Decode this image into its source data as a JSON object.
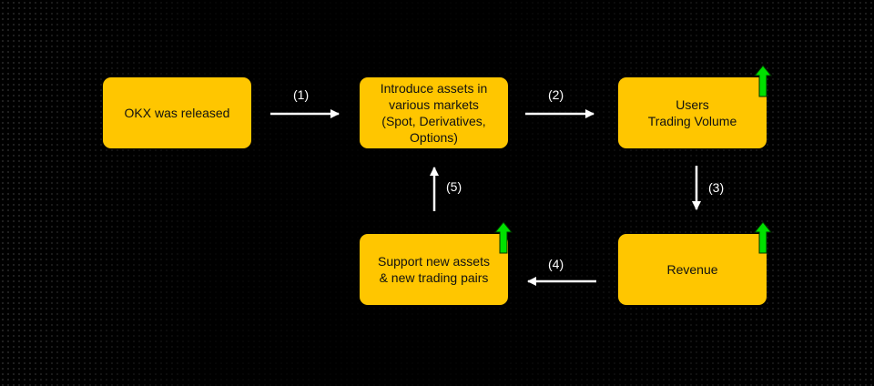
{
  "nodes": {
    "okx_released": "OKX was released",
    "introduce_assets": "Introduce assets in\nvarious markets\n(Spot, Derivatives,\nOptions)",
    "users_volume": "Users\nTrading Volume",
    "revenue": "Revenue",
    "support_assets": "Support new assets\n& new trading pairs"
  },
  "edges": {
    "e1": "(1)",
    "e2": "(2)",
    "e3": "(3)",
    "e4": "(4)",
    "e5": "(5)"
  },
  "colors": {
    "background": "#000000",
    "node_fill": "#FFC600",
    "node_text": "#111111",
    "arrow": "#FFFFFF",
    "increase_arrow": "#00E000"
  },
  "icons": {
    "increase": "green-up-arrow-icon"
  }
}
